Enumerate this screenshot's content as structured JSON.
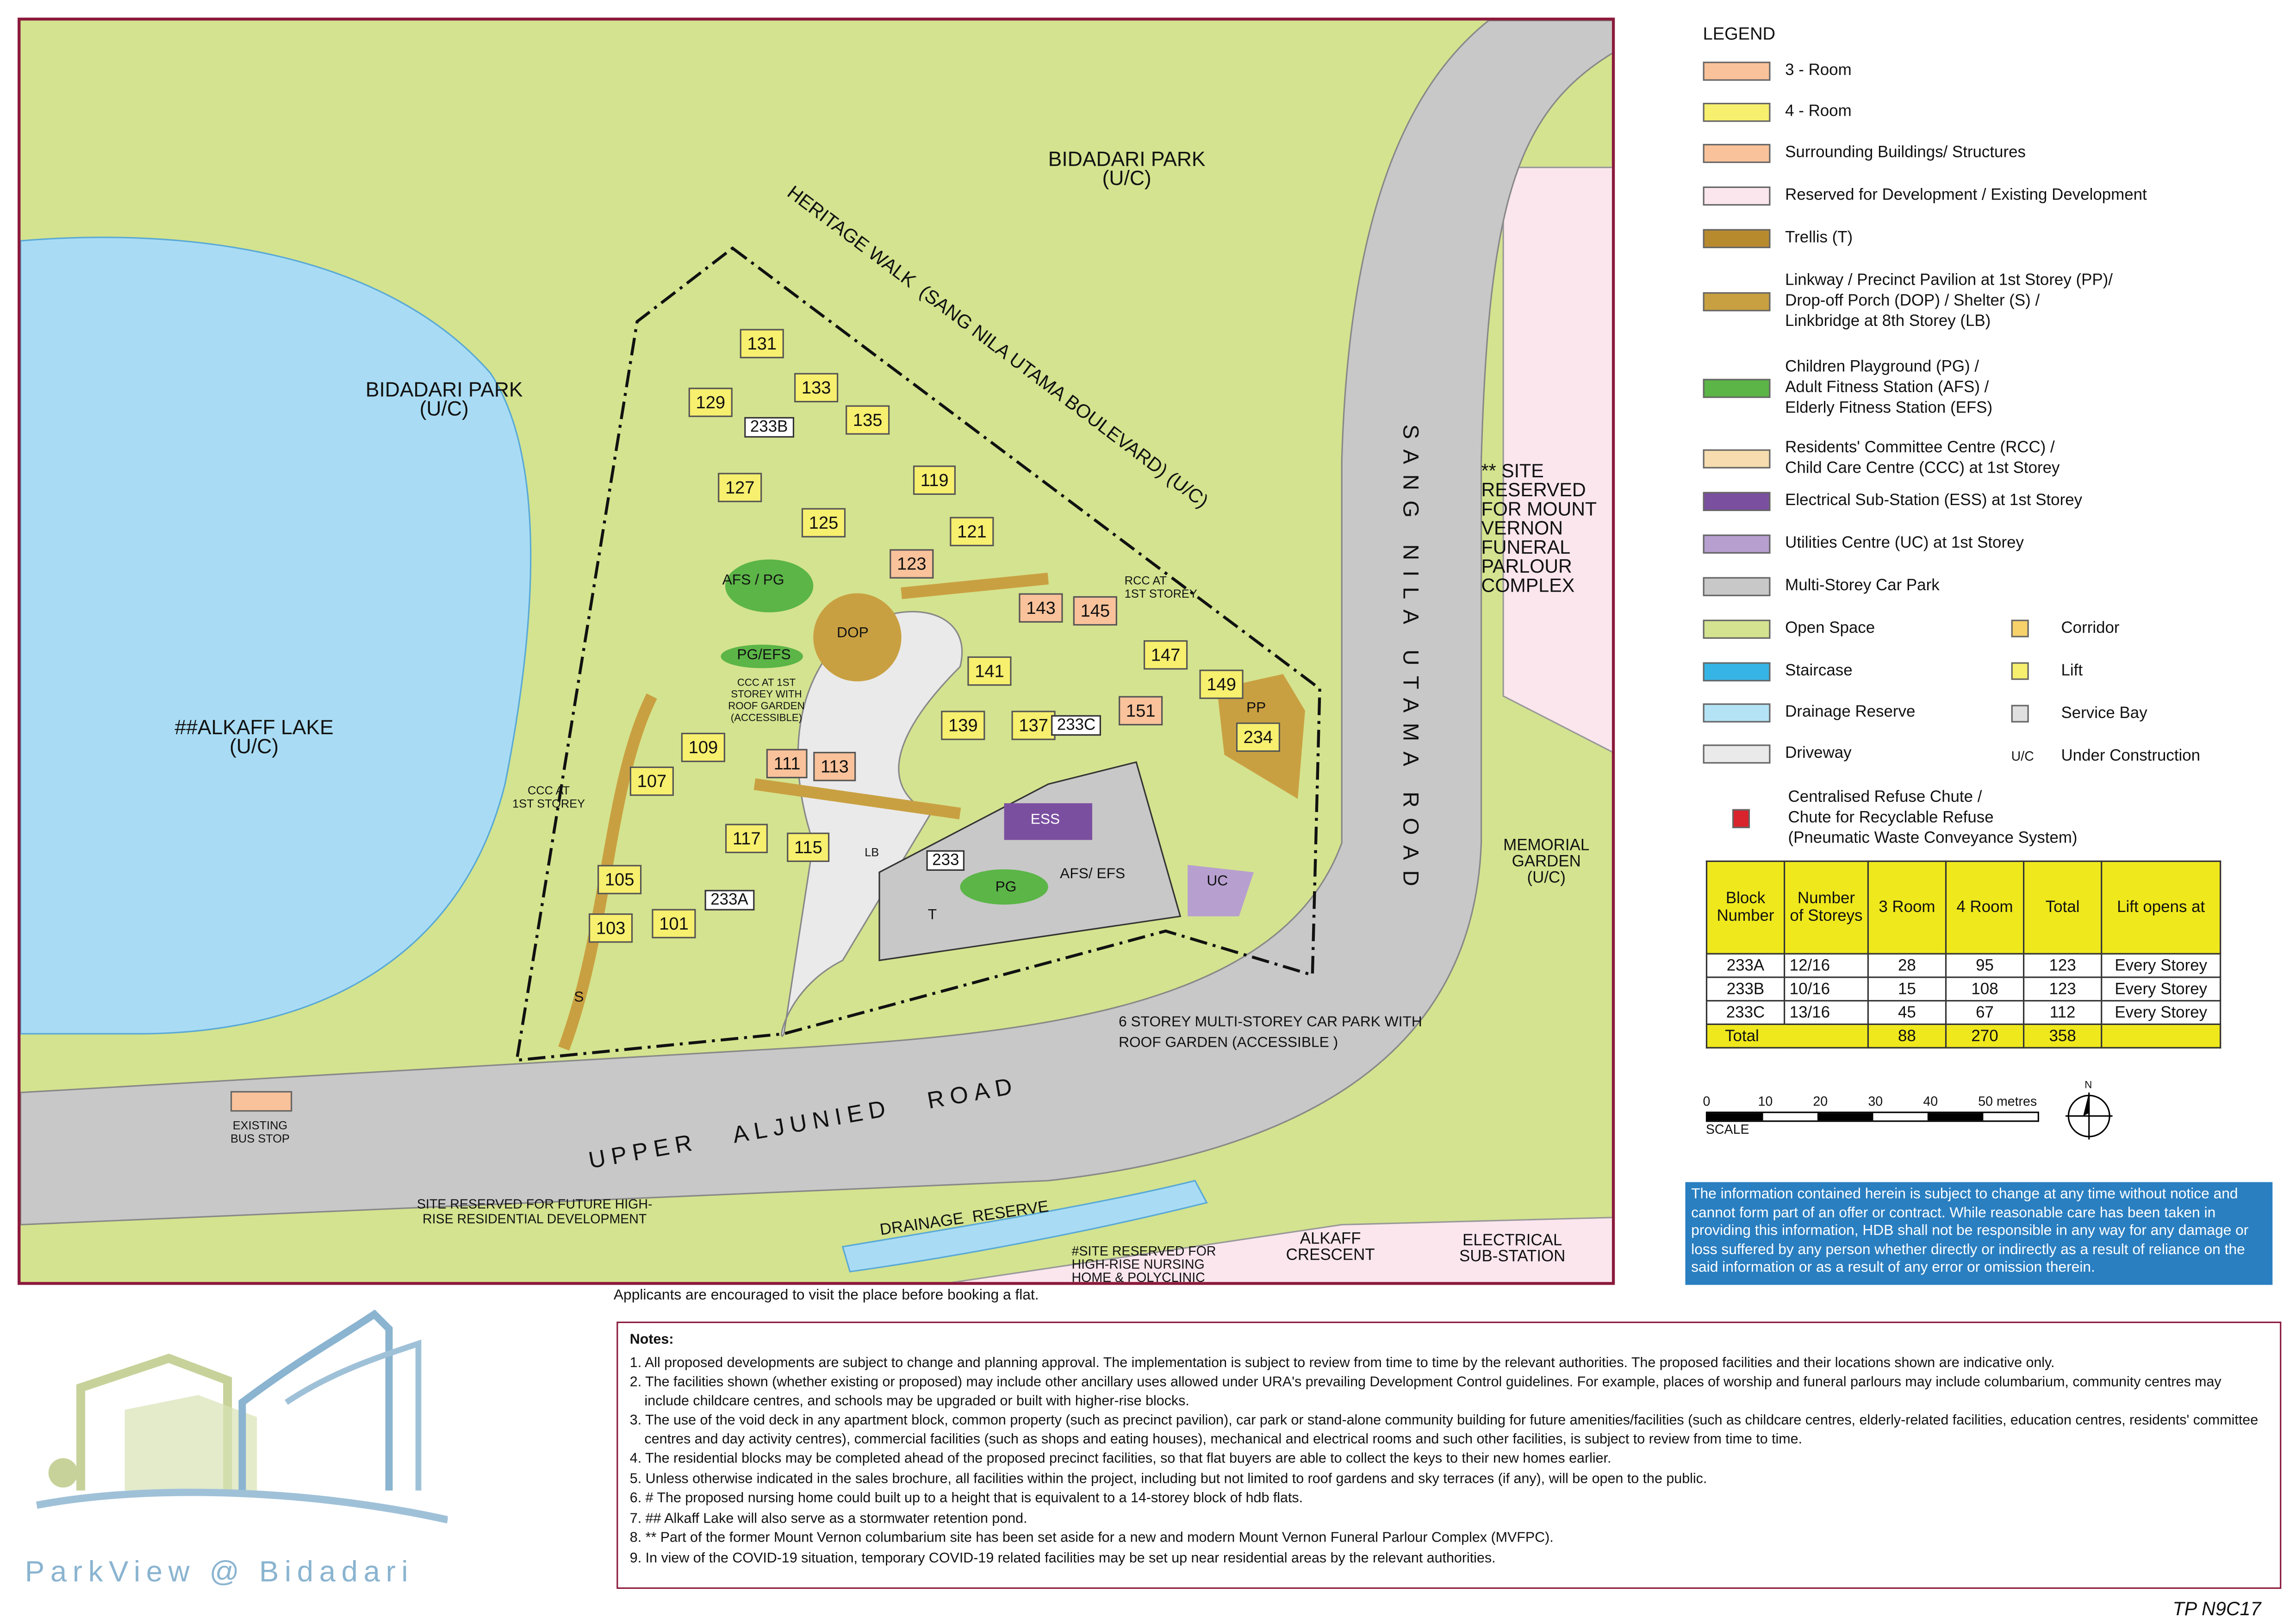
{
  "map": {
    "park_top": "BIDADARI PARK\n(U/C)",
    "park_left": "BIDADARI PARK\n(U/C)",
    "lake": "##ALKAFF LAKE\n(U/C)",
    "heritage": "HERITAGE WALK  (SANG NILA UTAMA BOULEVARD) (U/C)",
    "sang_nila": "SANG NILA UTAMA ROAD",
    "upper_aljunied": "UPPER   ALJUNIED   ROAD",
    "site_reserved": "** SITE\nRESERVED\nFOR MOUNT\nVERNON\nFUNERAL\nPARLOUR\nCOMPLEX",
    "memorial": "MEMORIAL\nGARDEN\n(U/C)",
    "bus_stop": "EXISTING\nBUS STOP",
    "future_site": "SITE RESERVED FOR FUTURE HIGH-\nRISE RESIDENTIAL DEVELOPMENT",
    "drainage": "DRAINAGE  RESERVE",
    "nursing": "#SITE RESERVED FOR\nHIGH-RISE NURSING\nHOME & POLYCLINIC",
    "alkaff_crescent": "ALKAFF\nCRESCENT",
    "elec": "ELECTRICAL\nSUB-STATION",
    "carpark_note": "6 STOREY MULTI-STOREY CAR PARK WITH\nROOF GARDEN (ACCESSIBLE )",
    "rcc": "RCC AT\n1ST STOREY",
    "ccc1": "CCC AT\n1ST STOREY",
    "ccc2": "CCC AT 1ST\nSTOREY WITH\nROOF GARDEN\n(ACCESSIBLE)",
    "afs_pg": "AFS / PG",
    "pg_efs": "PG/EFS",
    "dop": "DOP",
    "ess": "ESS",
    "pg": "PG",
    "afs_efs": "AFS/ EFS",
    "uc": "UC",
    "pp": "PP",
    "lb": "LB",
    "t": "T",
    "s": "S",
    "blocks": [
      "131",
      "129",
      "133",
      "135",
      "127",
      "125",
      "119",
      "121",
      "123",
      "143",
      "145",
      "147",
      "149",
      "141",
      "139",
      "137",
      "151",
      "234",
      "109",
      "107",
      "111",
      "113",
      "117",
      "115",
      "105",
      "103",
      "101"
    ],
    "precincts": [
      "233A",
      "233B",
      "233C",
      "233"
    ],
    "visit": "Applicants are encouraged to visit the place before booking a flat."
  },
  "legend": {
    "title": "LEGEND",
    "items": [
      "3 - Room",
      "4 - Room",
      "Surrounding Buildings/ Structures",
      "Reserved for Development / Existing Development",
      "Trellis (T)",
      "Linkway / Precinct Pavilion at 1st Storey (PP)/\nDrop-off Porch (DOP) / Shelter (S) /\nLinkbridge at 8th Storey (LB)",
      "Children Playground (PG) /\nAdult Fitness Station (AFS) /\nElderly Fitness Station (EFS)",
      "Residents' Committee Centre (RCC) /\nChild Care Centre (CCC) at 1st Storey",
      "Electrical Sub-Station (ESS) at 1st Storey",
      "Utilities Centre (UC) at 1st Storey",
      "Multi-Storey Car Park",
      "Open Space",
      "Staircase",
      "Drainage Reserve",
      "Driveway",
      "Centralised Refuse Chute /\nChute for Recyclable Refuse\n(Pneumatic Waste Conveyance System)"
    ],
    "colors": [
      "#f9c29a",
      "#f7ef6e",
      "#f9c29a",
      "#fbe6ee",
      "#b88a2e",
      "#c9a041",
      "#5bb547",
      "#f6dcae",
      "#7b4fa0",
      "#b79fd0",
      "#c8c8c8",
      "#d4e38f",
      "#36b4e5",
      "#b4e3f6",
      "#eaeaea",
      "#d9232d"
    ],
    "right_items": [
      "Corridor",
      "Lift",
      "Service Bay",
      "Under Construction"
    ],
    "uc_abbr": "U/C"
  },
  "table": {
    "headers": [
      "Block\nNumber",
      "Number\nof Storeys",
      "3 Room",
      "4 Room",
      "Total",
      "Lift opens at"
    ],
    "rows": [
      [
        "233A",
        "12/16",
        "28",
        "95",
        "123",
        "Every Storey"
      ],
      [
        "233B",
        "10/16",
        "15",
        "108",
        "123",
        "Every Storey"
      ],
      [
        "233C",
        "13/16",
        "45",
        "67",
        "112",
        "Every Storey"
      ]
    ],
    "total": [
      "Total",
      "88",
      "270",
      "358"
    ]
  },
  "scale": {
    "ticks": [
      "0",
      "10",
      "20",
      "30",
      "40",
      "50 metres"
    ],
    "label": "SCALE",
    "north": "N"
  },
  "disclaimer": "The information contained herein is subject to change at any time without notice and cannot form part of an offer or contract. While reasonable care has been taken in providing this information, HDB shall not be responsible in any way for any damage or loss suffered by any person whether directly or indirectly as a result of reliance on the said information or as a result of any error or omission therein.",
  "notes": {
    "title": "Notes:",
    "items": [
      "1. All proposed developments are subject to change and planning approval. The implementation is subject to review from time to time by the relevant authorities. The proposed facilities and their locations shown are indicative only.",
      "2. The facilities shown (whether existing or proposed) may include other ancillary uses allowed under URA's prevailing Development Control guidelines. For example, places of worship and funeral parlours may include columbarium, community centres may include childcare centres, and schools may be upgraded or built with higher-rise blocks.",
      "3. The use of the void deck in any apartment block, common property (such as precinct pavilion), car park or stand-alone community building for future amenities/facilities (such as childcare centres, elderly-related facilities, education centres, residents' committee centres and day activity centres), commercial facilities (such as shops and eating houses), mechanical and electrical rooms and such other facilities, is subject to review from time to time.",
      "4. The residential blocks may be completed ahead of the proposed precinct facilities, so that flat buyers are able to collect the keys to their new homes earlier.",
      "5. Unless otherwise indicated in the sales brochure, all facilities within the project, including but not limited to roof gardens and sky terraces (if any), will be open to the public.",
      "6. # The proposed nursing home could built up to a height that is equivalent to a 14-storey block of hdb flats.",
      "7. ## Alkaff Lake will also serve as a stormwater retention pond.",
      "8. ** Part of the former Mount Vernon columbarium site has been set aside for a new and modern Mount Vernon Funeral Parlour Complex (MVFPC).",
      "9. In view of the COVID-19 situation, temporary COVID-19 related facilities may be set up near residential areas by the relevant authorities."
    ]
  },
  "logo": "ParkView @ Bidadari",
  "code": "TP N9C17"
}
